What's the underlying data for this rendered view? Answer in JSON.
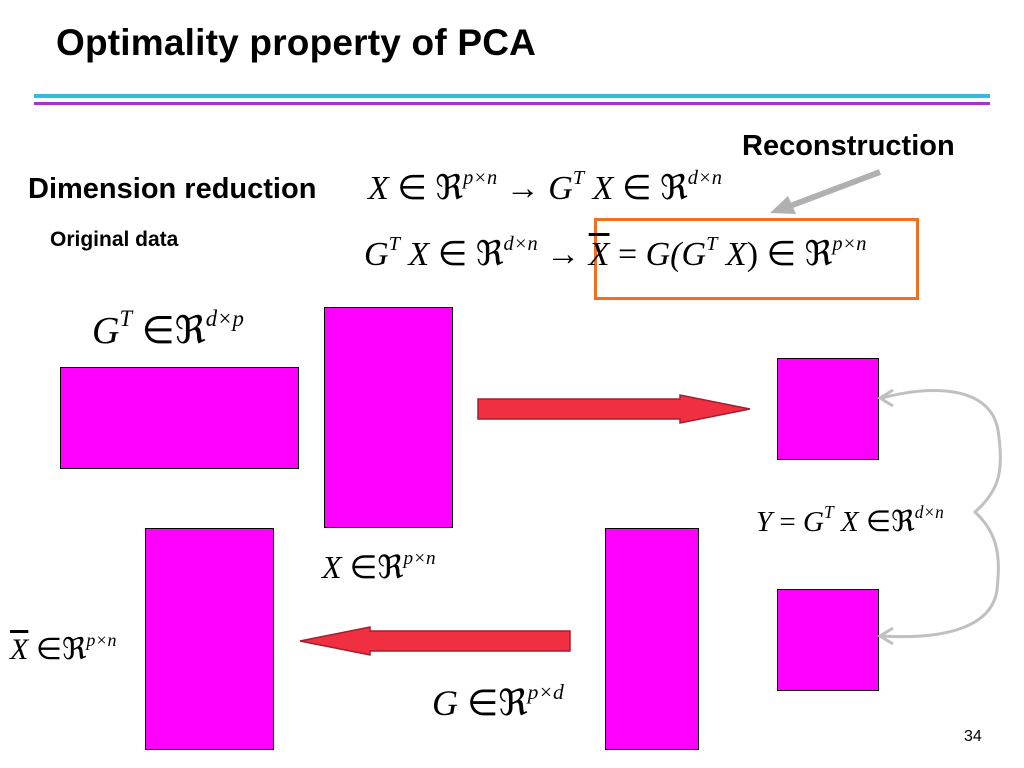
{
  "slide": {
    "title": "Optimality property of PCA",
    "page_number": "34"
  },
  "labels": {
    "reconstruction": "Reconstruction",
    "dimension_reduction": "Dimension reduction",
    "original_data": "Original data"
  },
  "colors": {
    "block_fill": "#ff00ff",
    "arrow_fill": "#f03040",
    "highlight_box": "#f07020",
    "rule_cyan": "#33bbdd",
    "rule_purple": "#aa33cc"
  },
  "math": {
    "dr_x": "X",
    "dr_in1": "∈",
    "dr_re1": "ℜ",
    "dr_sup1": "p×n",
    "dr_arrow": "→",
    "dr_g": "G",
    "dr_gt": "T",
    "dr_x2": "X",
    "dr_in2": "∈",
    "dr_re2": "ℜ",
    "dr_sup2": "d×n",
    "rc_g": "G",
    "rc_gt": "T",
    "rc_x": "X",
    "rc_in": "∈",
    "rc_re": "ℜ",
    "rc_sup": "d×n",
    "rc_arrow": "→",
    "rc_xbar": "X",
    "rc_eq": "=",
    "rc_g2": "G(",
    "rc_g3": "G",
    "rc_gt2": "T",
    "rc_x3": "X",
    "rc_close": ")",
    "rc_in2": "∈",
    "rc_re2": "ℜ",
    "rc_sup2": "p×n",
    "gt_g": "G",
    "gt_t": "T",
    "gt_in": "∈",
    "gt_re": "ℜ",
    "gt_sup": "d×p",
    "x_x": "X",
    "x_in": "∈",
    "x_re": "ℜ",
    "x_sup": "p×n",
    "y_y": "Y",
    "y_eq": "=",
    "y_g": "G",
    "y_t": "T",
    "y_x": "X",
    "y_in": "∈",
    "y_re": "ℜ",
    "y_sup": "d×n",
    "xbar_x": "X",
    "xbar_in": "∈",
    "xbar_re": "ℜ",
    "xbar_sup": "p×n",
    "g_g": "G",
    "g_in": "∈",
    "g_re": "ℜ",
    "g_sup": "p×d"
  }
}
